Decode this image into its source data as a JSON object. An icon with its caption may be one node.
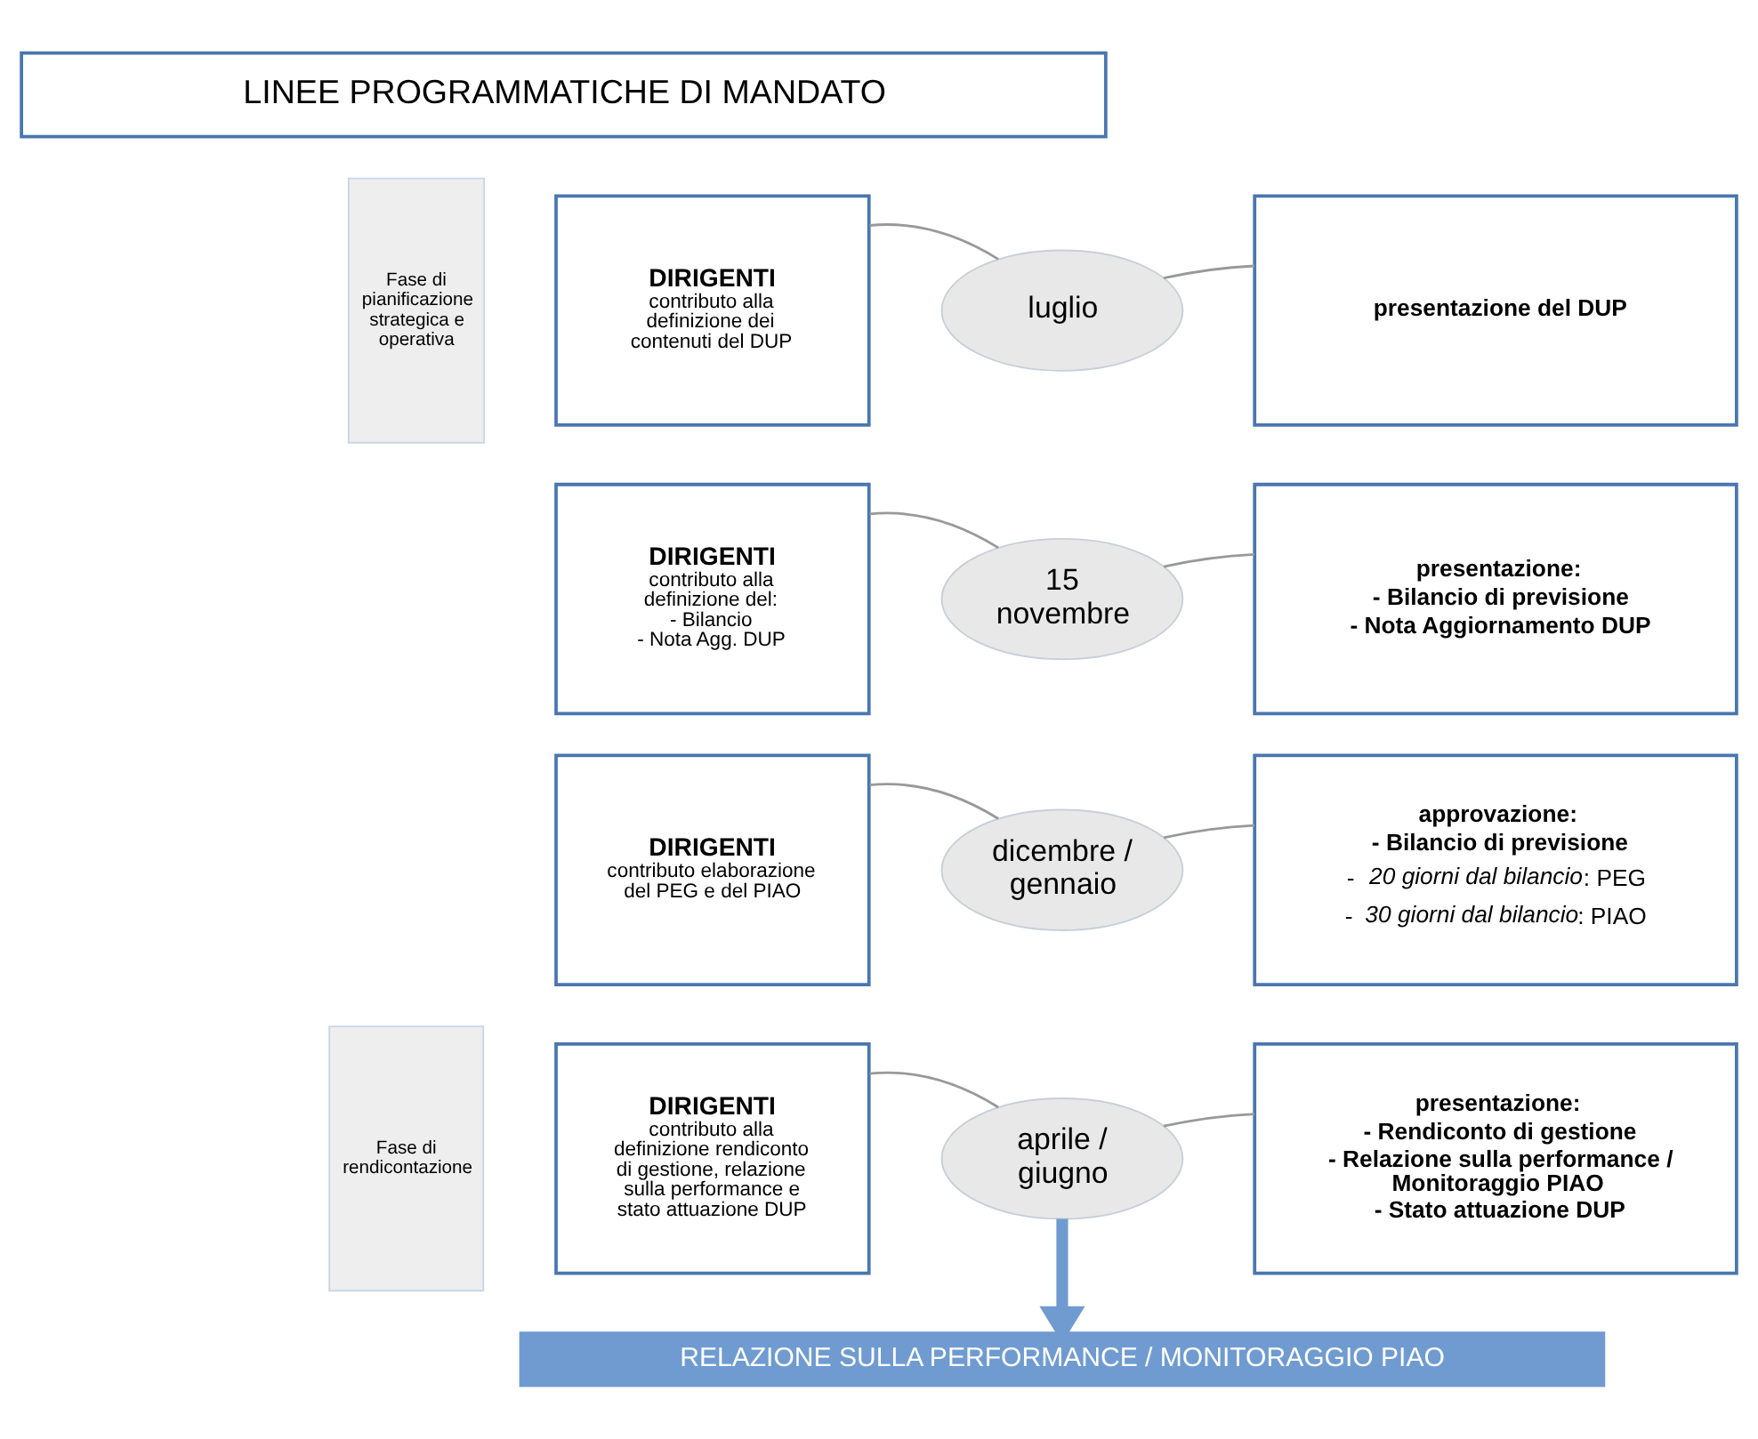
{
  "diagram": {
    "nodes": [
      {
        "text": [
          "LINEE PROGRAMMATICHE DI MANDATO"
        ]
      },
      {
        "text": [
          "Fase di pianificazione strategica e operativa"
        ]
      },
      {
        "text": [
          "DIRIGENTI",
          "contributo alla definizione dei contenuti del DUP"
        ]
      },
      {
        "text": [
          "luglio"
        ]
      },
      {
        "text": [
          "presentazione del DUP"
        ]
      },
      {
        "text": [
          "DIRIGENTI",
          "contributo alla definizione del:",
          "- Bilancio",
          "- Nota Agg. DUP"
        ]
      },
      {
        "text": [
          "15 novembre"
        ]
      },
      {
        "text": [
          "presentazione:",
          "- Bilancio di previsione",
          "- Nota Aggiornamento DUP"
        ]
      },
      {
        "text": [
          "DIRIGENTI",
          "contributo elaborazione del PEG e del PIAO"
        ]
      },
      {
        "text": [
          "dicembre / gennaio"
        ]
      },
      {
        "text": [
          "approvazione:",
          "- Bilancio di previsione",
          "- *20 giorni dal bilancio*: PEG",
          "- *30 giorni dal bilancio*: PIAO"
        ]
      },
      {
        "text": [
          "Fase di rendicontazione"
        ]
      },
      {
        "text": [
          "DIRIGENTI",
          "contributo alla definizione rendiconto di gestione, relazione sulla performance e stato attuazione DUP"
        ]
      },
      {
        "text": [
          "aprile / giugno"
        ]
      },
      {
        "text": [
          "presentazione:",
          "- Rendiconto di gestione",
          "- Relazione sulla performance / Monitoraggio PIAO",
          "- Stato attuazione DUP"
        ]
      },
      {
        "text": [
          "RELAZIONE SULLA PERFORMANCE / MONITORAGGIO PIAO"
        ]
      }
    ],
    "edges": [
      {
        "from": 2,
        "to": 3,
        "arrow": "none"
      },
      {
        "from": 3,
        "to": 4,
        "arrow": "none"
      },
      {
        "from": 5,
        "to": 6,
        "arrow": "none"
      },
      {
        "from": 6,
        "to": 7,
        "arrow": "none"
      },
      {
        "from": 8,
        "to": 9,
        "arrow": "none"
      },
      {
        "from": 9,
        "to": 10,
        "arrow": "none"
      },
      {
        "from": 12,
        "to": 13,
        "arrow": "none"
      },
      {
        "from": 13,
        "to": 14,
        "arrow": "none"
      },
      {
        "from": 13,
        "to": 15,
        "arrow": "to",
        "style": "thick",
        "color": "#6f9bd1"
      }
    ]
  }
}
